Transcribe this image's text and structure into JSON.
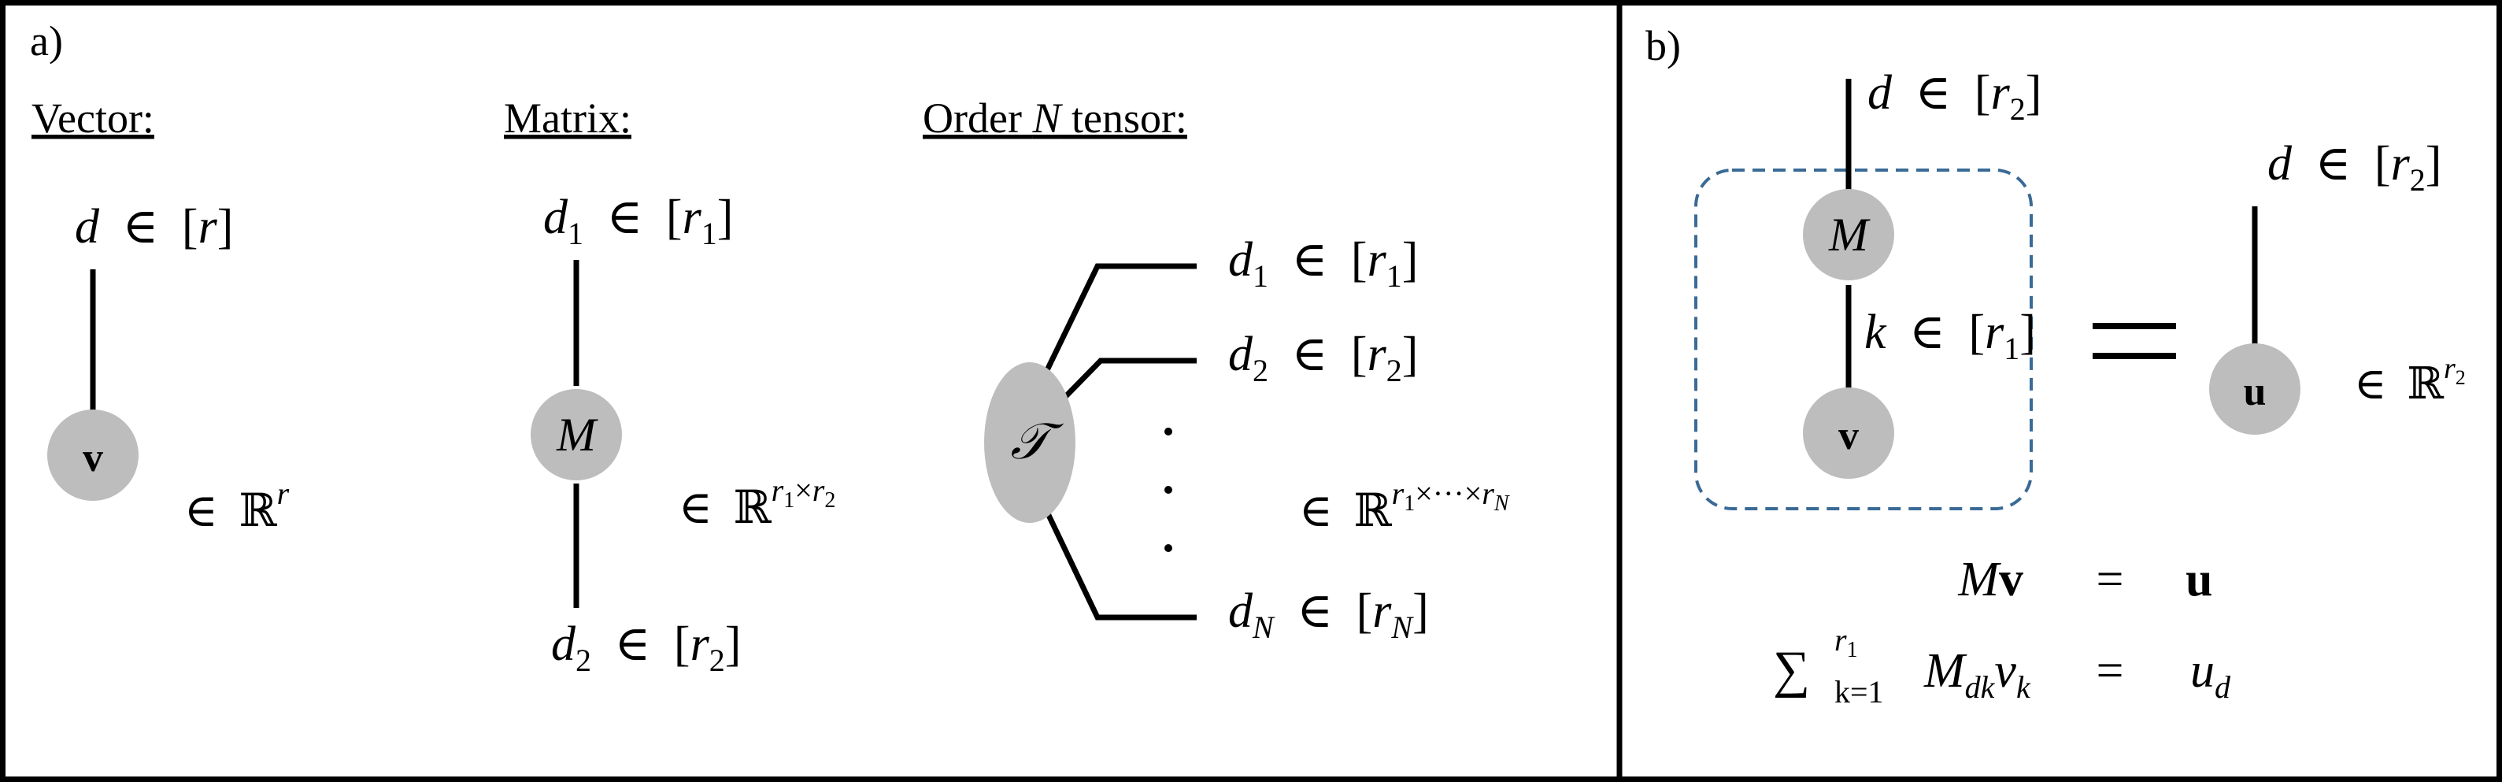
{
  "panel_a": {
    "label": "a)",
    "vector": {
      "title": "Vector:",
      "index": {
        "var": "d",
        "rel": "∈",
        "set_open": "[",
        "set_var": "r",
        "set_close": "]"
      },
      "node": "v",
      "space": {
        "rel": "∈",
        "field": "ℝ",
        "exp": "r"
      }
    },
    "matrix": {
      "title": "Matrix:",
      "index_top": {
        "var": "d",
        "sub": "1",
        "rel": "∈",
        "set_open": "[",
        "set_var": "r",
        "set_sub": "1",
        "set_close": "]"
      },
      "node": "M",
      "index_bottom": {
        "var": "d",
        "sub": "2",
        "rel": "∈",
        "set_open": "[",
        "set_var": "r",
        "set_sub": "2",
        "set_close": "]"
      },
      "space": {
        "rel": "∈",
        "field": "ℝ",
        "exp_a": "r",
        "exp_a_sub": "1",
        "times": "×",
        "exp_b": "r",
        "exp_b_sub": "2"
      }
    },
    "tensor": {
      "title_pre": "Order ",
      "title_var": "N",
      "title_post": " tensor:",
      "node": "𝒯",
      "index_1": {
        "var": "d",
        "sub": "1",
        "rel": "∈",
        "set_open": "[",
        "set_var": "r",
        "set_sub": "1",
        "set_close": "]"
      },
      "index_2": {
        "var": "d",
        "sub": "2",
        "rel": "∈",
        "set_open": "[",
        "set_var": "r",
        "set_sub": "2",
        "set_close": "]"
      },
      "index_n": {
        "var": "d",
        "sub": "N",
        "rel": "∈",
        "set_open": "[",
        "set_var": "r",
        "set_sub": "N",
        "set_close": "]"
      },
      "space": {
        "rel": "∈",
        "field": "ℝ",
        "exp_a": "r",
        "exp_a_sub": "1",
        "times": "×···×",
        "exp_b": "r",
        "exp_b_sub": "N"
      }
    }
  },
  "panel_b": {
    "label": "b)",
    "index_top": {
      "var": "d",
      "rel": "∈",
      "set_open": "[",
      "set_var": "r",
      "set_sub": "2",
      "set_close": "]"
    },
    "node_m": "M",
    "index_mid": {
      "var": "k",
      "rel": "∈",
      "set_open": "[",
      "set_var": "r",
      "set_sub": "1",
      "set_close": "]"
    },
    "node_v": "v",
    "equals": "=",
    "index_u": {
      "var": "d",
      "rel": "∈",
      "set_open": "[",
      "set_var": "r",
      "set_sub": "2",
      "set_close": "]"
    },
    "node_u": "u",
    "space_u": {
      "rel": "∈",
      "field": "ℝ",
      "exp": "r",
      "exp_sub": "2"
    },
    "eq1": {
      "lhs_m": "M",
      "lhs_v": "v",
      "eq": "=",
      "rhs": "u"
    },
    "eq2": {
      "sum": "∑",
      "sum_sup": "r",
      "sum_sup_sub": "1",
      "sum_sub": "k=1",
      "m": "M",
      "m_sub": "dk",
      "v": "v",
      "v_sub": "k",
      "eq": "=",
      "rhs": "u",
      "rhs_sub": "d"
    }
  },
  "colors": {
    "node_fill": "#bdbdbd",
    "dashed_box": "#3a6a96",
    "frame": "#000000"
  }
}
